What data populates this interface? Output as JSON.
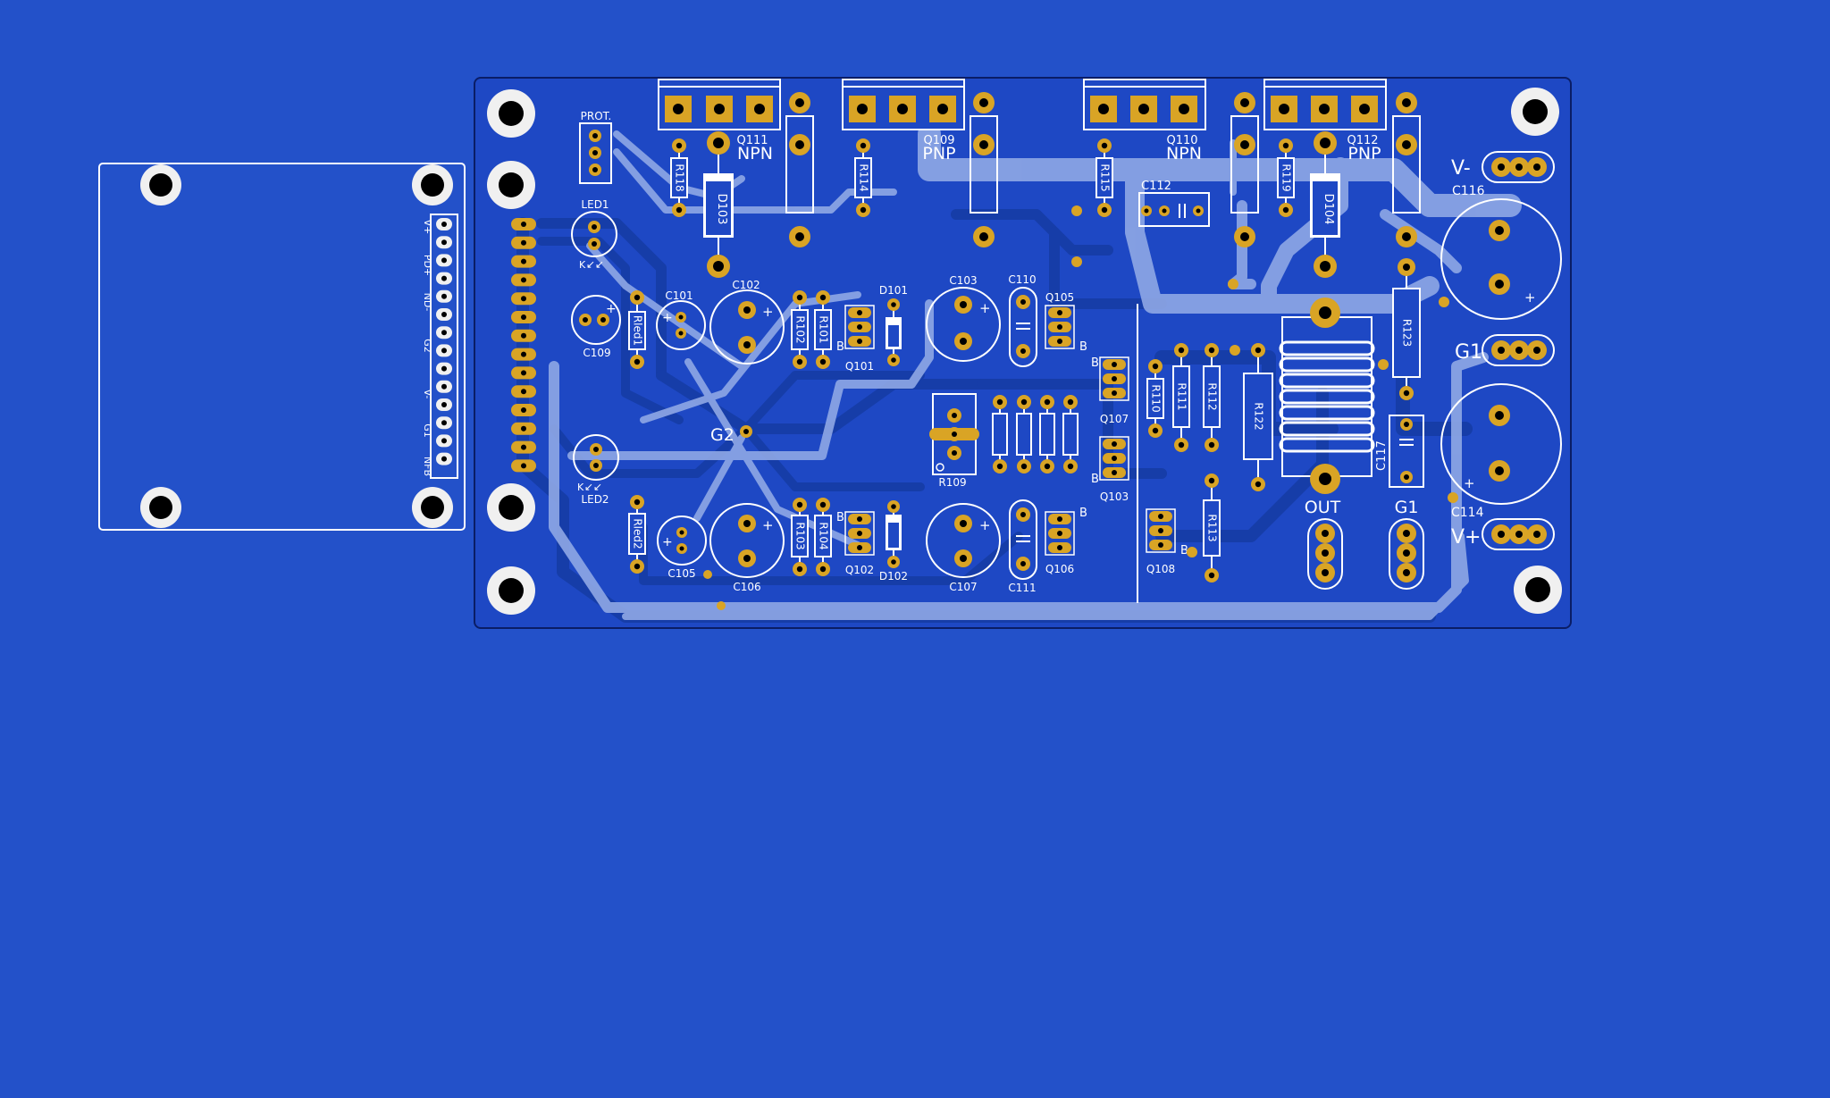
{
  "colors": {
    "background": "#2351c9",
    "board_copper": "#1e48c4",
    "trace_dark": "#163da8",
    "trace_light": "#8fa8e6",
    "silkscreen": "#ffffff",
    "pad_gold": "#d9a425",
    "drill_black": "#000000"
  },
  "daughter_board": {
    "pin_labels": [
      "V+",
      "PD+",
      "ND-",
      "G2",
      "V-",
      "G1",
      "NFB"
    ]
  },
  "main_board": {
    "transistors": [
      {
        "ref": "Q111",
        "type": "NPN"
      },
      {
        "ref": "Q109",
        "type": "PNP"
      },
      {
        "ref": "Q110",
        "type": "NPN"
      },
      {
        "ref": "Q112",
        "type": "PNP"
      }
    ],
    "labels": {
      "prot": "PROT.",
      "led1": "LED1",
      "led2": "LED2",
      "k": "K",
      "g2": "G2",
      "g1": "G1",
      "out": "OUT",
      "v_minus": "V-",
      "v_plus": "V+",
      "base": "B",
      "plus": "+"
    },
    "components": {
      "resistors": [
        "R118",
        "R114",
        "R115",
        "R119",
        "Rled1",
        "R102",
        "R101",
        "R103",
        "R104",
        "Rled2",
        "R110",
        "R111",
        "R112",
        "R122",
        "R113",
        "R123",
        "R109"
      ],
      "capacitors": [
        "C101",
        "C102",
        "C103",
        "C105",
        "C106",
        "C107",
        "C109",
        "C110",
        "C111",
        "C112",
        "C114",
        "C116",
        "C117"
      ],
      "diodes": [
        "D101",
        "D102",
        "D103",
        "D104"
      ],
      "small_transistors": [
        "Q101",
        "Q102",
        "Q103",
        "Q105",
        "Q106",
        "Q107",
        "Q108"
      ]
    }
  }
}
